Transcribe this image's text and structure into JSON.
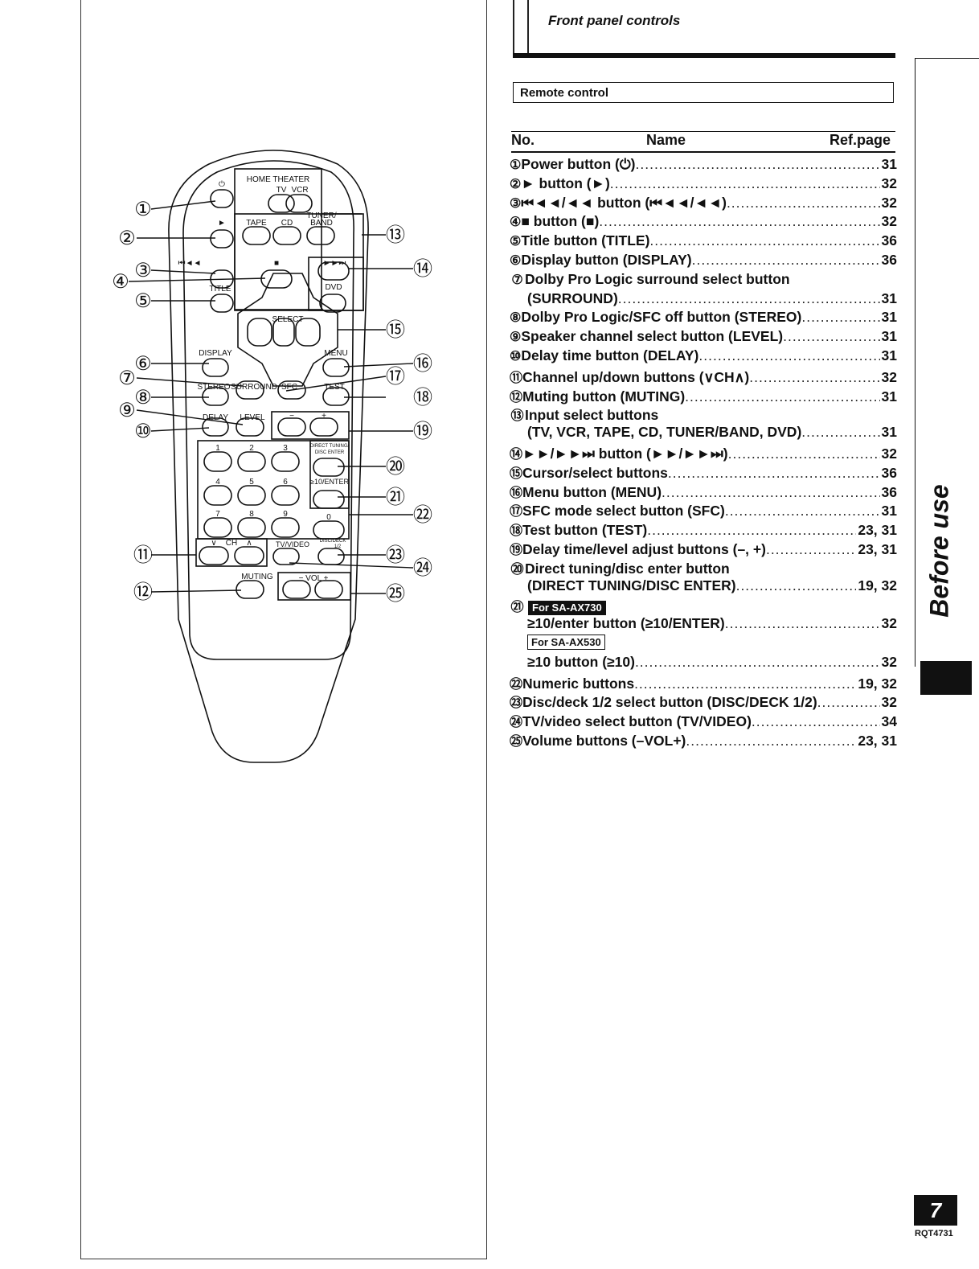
{
  "header": {
    "title": "Front panel controls"
  },
  "section": {
    "label": "Remote control"
  },
  "columns": {
    "no": "No.",
    "name": "Name",
    "ref": "Ref.page"
  },
  "rows": [
    {
      "num": "①",
      "label": "Power button (⏻)",
      "page": "31"
    },
    {
      "num": "②",
      "label": "► button (►)",
      "page": "32"
    },
    {
      "num": "③",
      "label": "⏮◄◄/◄◄ button (⏮◄◄/◄◄)",
      "page": "32"
    },
    {
      "num": "④",
      "label": "■ button (■)",
      "page": "32"
    },
    {
      "num": "⑤",
      "label": "Title button (TITLE)",
      "page": "36"
    },
    {
      "num": "⑥",
      "label": "Display button (DISPLAY)",
      "page": "36"
    },
    {
      "num": "⑦",
      "label": "Dolby Pro Logic surround select button",
      "page": ""
    },
    {
      "num": "",
      "label": "(SURROUND)",
      "page": "31",
      "cont": true
    },
    {
      "num": "⑧",
      "label": "Dolby Pro Logic/SFC off button (STEREO)",
      "page": "31"
    },
    {
      "num": "⑨",
      "label": "Speaker channel select button (LEVEL)",
      "page": "31"
    },
    {
      "num": "⑩",
      "label": "Delay time button (DELAY)",
      "page": "31"
    },
    {
      "num": "⑪",
      "label": "Channel up/down buttons (∨CH∧)",
      "page": "32"
    },
    {
      "num": "⑫",
      "label": "Muting button (MUTING)",
      "page": "31"
    },
    {
      "num": "⑬",
      "label": "Input select buttons",
      "page": ""
    },
    {
      "num": "",
      "label": "(TV, VCR, TAPE, CD, TUNER/BAND, DVD)",
      "page": "31",
      "cont": true
    },
    {
      "num": "⑭",
      "label": "►►/►►⏭ button (►►/►►⏭)",
      "page": "32"
    },
    {
      "num": "⑮",
      "label": "Cursor/select buttons",
      "page": "36"
    },
    {
      "num": "⑯",
      "label": "Menu button (MENU)",
      "page": "36"
    },
    {
      "num": "⑰",
      "label": "SFC mode select button (SFC)",
      "page": "31"
    },
    {
      "num": "⑱",
      "label": "Test button (TEST)",
      "page": "23, 31"
    },
    {
      "num": "⑲",
      "label": "Delay time/level adjust buttons (–, +)",
      "page": "23, 31"
    },
    {
      "num": "⑳",
      "label": "Direct tuning/disc enter button",
      "page": ""
    },
    {
      "num": "",
      "label": "(DIRECT TUNING/DISC ENTER)",
      "page": "19, 32",
      "cont": true
    },
    {
      "num": "㉑",
      "label": "",
      "page": "",
      "badge": "For SA-AX730"
    },
    {
      "num": "",
      "label": "≥10/enter button (≥10/ENTER)",
      "page": "32",
      "cont": true
    },
    {
      "num": "",
      "label": "",
      "page": "",
      "cont": true,
      "badge2": "For SA-AX530"
    },
    {
      "num": "",
      "label": "≥10 button (≥10)",
      "page": "32",
      "cont": true
    },
    {
      "num": "㉒",
      "label": "Numeric buttons",
      "page": "19, 32"
    },
    {
      "num": "㉓",
      "label": "Disc/deck 1/2 select button (DISC/DECK 1/2)",
      "page": "32"
    },
    {
      "num": "㉔",
      "label": "TV/video select button (TV/VIDEO)",
      "page": "34"
    },
    {
      "num": "㉕",
      "label": "Volume buttons (–VOL+)",
      "page": "23, 31"
    }
  ],
  "remote": {
    "home_theater": "HOME THEATER",
    "tv": "TV",
    "vcr": "VCR",
    "tape": "TAPE",
    "cd": "CD",
    "tuner": "TUNER/",
    "band": "BAND",
    "dvd": "DVD",
    "power_sym": "⏻",
    "play_sym": "►",
    "skip_back": "⏮◄◄",
    "stop_sym": "■",
    "skip_fwd": "►►⏭",
    "title": "TITLE",
    "select": "SELECT",
    "display": "DISPLAY",
    "menu": "MENU",
    "stereo": "STEREO",
    "surround": "SURROUND",
    "sfc": "SFC",
    "test": "TEST",
    "delay": "DELAY",
    "level": "LEVEL",
    "minus": "−",
    "plus": "+",
    "direct": "DIRECT TUNING/",
    "disc_enter": "DISC ENTER",
    "enter10": "≥10/ENTER",
    "n1": "1",
    "n2": "2",
    "n3": "3",
    "n4": "4",
    "n5": "5",
    "n6": "6",
    "n7": "7",
    "n8": "8",
    "n9": "9",
    "n0": "0",
    "ch_down": "∨",
    "ch": "CH",
    "ch_up": "∧",
    "tvvideo": "TV/VIDEO",
    "discdeck": "DISC/DECK",
    "discdeck2": "1/2",
    "muting": "MUTING",
    "vol": "− VOL +"
  },
  "callouts": [
    "①",
    "②",
    "③",
    "④",
    "⑤",
    "⑥",
    "⑦",
    "⑧",
    "⑨",
    "⑩",
    "⑪",
    "⑫",
    "⑬",
    "⑭",
    "⑮",
    "⑯",
    "⑰",
    "⑱",
    "⑲",
    "⑳",
    "㉑",
    "㉒",
    "㉓",
    "㉔",
    "㉕"
  ],
  "side": {
    "label": "Before use"
  },
  "footer": {
    "page": "7",
    "code": "RQT4731"
  }
}
